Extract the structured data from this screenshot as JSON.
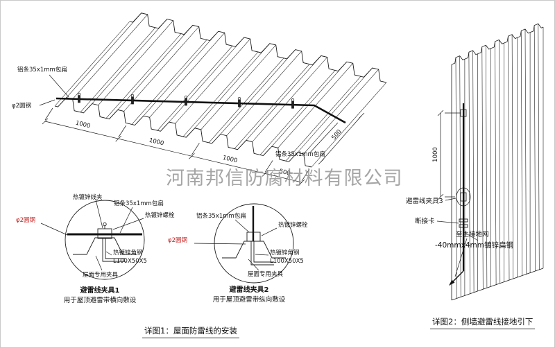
{
  "company_watermark": "河南邦信防腐材料有限公司",
  "roof_diagram": {
    "label_strip_left": "铝条35x1mm包扁",
    "label_strip_right": "铝条35x1mm包扁",
    "label_round_steel": "φ2圆钢",
    "dims_bottom": [
      "1000",
      "1000",
      "1000",
      "500"
    ],
    "dim_right": "500",
    "caption": "详图1：屋面防雷线的安装"
  },
  "detail1": {
    "label_wire_clip": "热镀锌线夹",
    "label_strip": "铝条35x1mm包扁",
    "label_bolt": "热镀锌螺栓",
    "label_round_steel": "φ2圆钢",
    "label_angle_steel": "热镀锌角钢",
    "label_angle_spec": "L100X50X5",
    "label_roof_clamp": "屋面专用夹具",
    "title": "避雷线夹具1",
    "subtitle": "用于屋顶避雷带横向敷设"
  },
  "detail2": {
    "label_strip": "铝条35x1mm包扁",
    "label_bolt": "热镀锌螺栓",
    "label_round_steel": "φ2圆钢",
    "label_angle_steel": "热镀锌角钢",
    "label_angle_spec": "L100X50X5",
    "label_roof_clamp": "屋面专用夹具",
    "title": "避雷线夹具2",
    "subtitle": "用于屋顶避雷带纵向敷设"
  },
  "wall_diagram": {
    "dim_vertical": "1000",
    "label_clamp3": "避雷线夹具3",
    "label_disconnect": "断接卡",
    "label_to_ground": "至主接地网",
    "label_flat_steel": "-40mmx4mm镀锌扁钢",
    "caption": "详图2：侧墙避雷线接地引下"
  },
  "colors": {
    "line": "#1a1a1a",
    "red_label": "#c82323",
    "watermark": "#8f8f8f"
  }
}
